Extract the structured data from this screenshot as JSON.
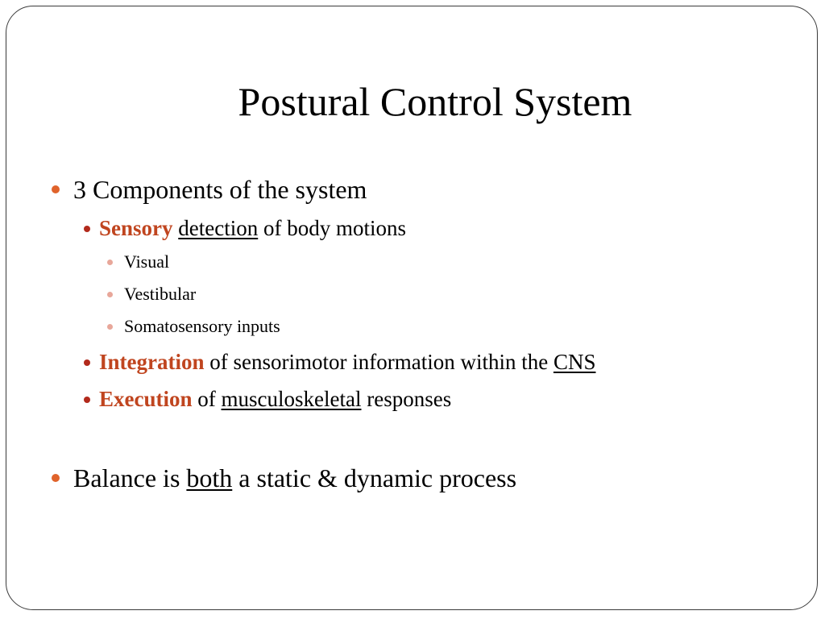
{
  "slide": {
    "title": "Postural Control System",
    "point1": {
      "text": "3 Components of the system"
    },
    "sensory": {
      "emph": "Sensory",
      "underlined": "detection",
      "rest": " of body motions"
    },
    "sensory_sub": [
      "Visual",
      "Vestibular",
      "Somatosensory inputs"
    ],
    "integration": {
      "emph": "Integration",
      "middle": " of sensorimotor information within the ",
      "underlined": "CNS"
    },
    "execution": {
      "emph": "Execution",
      "middle": " of ",
      "underlined": "musculoskeletal",
      "rest": " responses"
    },
    "point2": {
      "before": "Balance is ",
      "underlined": "both",
      "after": " a static & dynamic process"
    }
  },
  "colors": {
    "bullet_level1": "#e0632b",
    "bullet_level2": "#b22a1c",
    "bullet_level3": "#e8a79a",
    "emphasis_text": "#c0451f"
  }
}
